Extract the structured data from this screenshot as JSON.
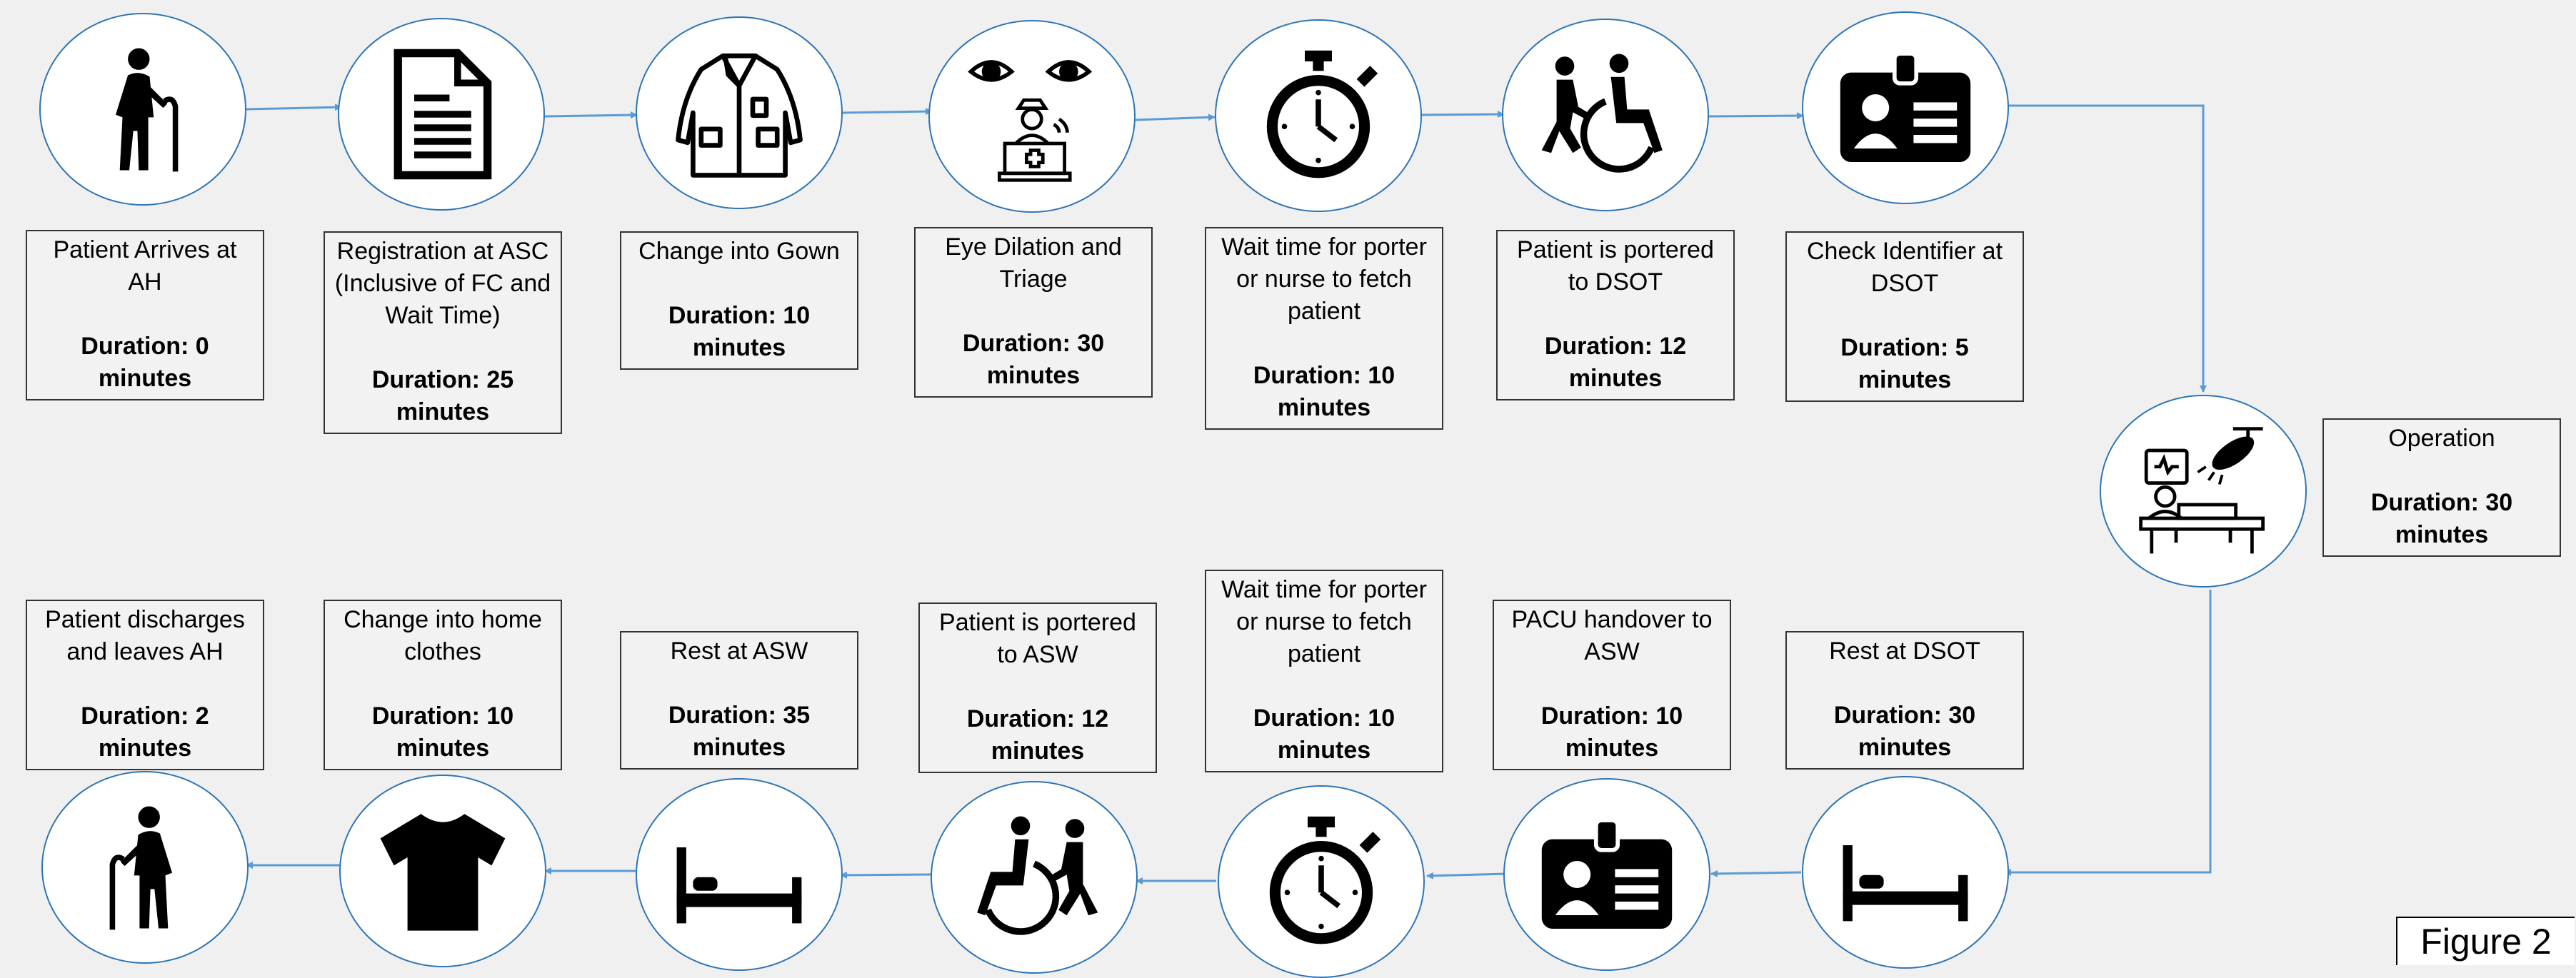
{
  "colors": {
    "arrow": "#5b9bd5",
    "circle_border": "#2e75b6",
    "background": "#f0f0f0"
  },
  "figure_label": "Figure 2",
  "steps": [
    {
      "title": "Patient Arrives at AH",
      "duration": "Duration: 0 minutes",
      "icon": "elderly-person-cane-icon"
    },
    {
      "title": "Registration at ASC (Inclusive of FC and Wait Time)",
      "duration": "Duration: 25 minutes",
      "icon": "document-icon"
    },
    {
      "title": "Change into Gown",
      "duration": "Duration: 10 minutes",
      "icon": "gown-icon"
    },
    {
      "title": "Eye Dilation and Triage",
      "duration": "Duration: 30 minutes",
      "icon": "eyes-nurse-desk-icon"
    },
    {
      "title": "Wait time for porter or nurse to fetch patient",
      "duration": "Duration: 10 minutes",
      "icon": "stopwatch-icon"
    },
    {
      "title": "Patient is portered to DSOT",
      "duration": "Duration: 12 minutes",
      "icon": "porter-wheelchair-icon"
    },
    {
      "title": "Check Identifier at DSOT",
      "duration": "Duration: 5 minutes",
      "icon": "id-badge-icon"
    },
    {
      "title": "Operation",
      "duration": "Duration: 30 minutes",
      "icon": "operating-theatre-icon"
    },
    {
      "title": "Rest at DSOT",
      "duration": "Duration: 30 minutes",
      "icon": "bed-icon"
    },
    {
      "title": "PACU handover to ASW",
      "duration": "Duration: 10 minutes",
      "icon": "id-badge-icon"
    },
    {
      "title": "Wait time for porter or nurse to fetch patient",
      "duration": "Duration: 10 minutes",
      "icon": "stopwatch-icon"
    },
    {
      "title": "Patient is portered to ASW",
      "duration": "Duration: 12 minutes",
      "icon": "wheelchair-porter-icon"
    },
    {
      "title": "Rest at ASW",
      "duration": "Duration: 35 minutes",
      "icon": "bed-icon"
    },
    {
      "title": "Change into home clothes",
      "duration": "Duration: 10 minutes",
      "icon": "tshirt-icon"
    },
    {
      "title": "Patient discharges and leaves AH",
      "duration": "Duration: 2 minutes",
      "icon": "elderly-person-cane-icon"
    }
  ]
}
